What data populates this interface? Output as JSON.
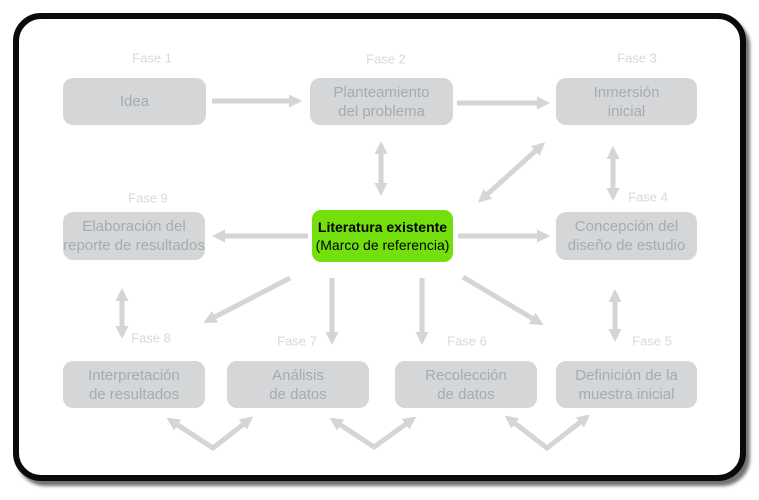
{
  "diagram": {
    "type": "process-flow",
    "language": "es",
    "phases": [
      {
        "fase": "Fase 1",
        "label": "Idea"
      },
      {
        "fase": "Fase 2",
        "label": "Planteamiento\ndel problema"
      },
      {
        "fase": "Fase 3",
        "label": "Inmersión\ninicial"
      },
      {
        "fase": "Fase 4",
        "label": "Concepción del\ndiseño de estudio"
      },
      {
        "fase": "Fase 5",
        "label": "Definición de la\nmuestra inicial"
      },
      {
        "fase": "Fase 6",
        "label": "Recolección\nde datos"
      },
      {
        "fase": "Fase 7",
        "label": "Análisis\nde datos"
      },
      {
        "fase": "Fase 8",
        "label": "Interpretación\nde resultados"
      },
      {
        "fase": "Fase 9",
        "label": "Elaboración del\nreporte de resultados"
      }
    ],
    "center": {
      "title": "Literatura existente",
      "subtitle": "(Marco de referencia)"
    },
    "connections": [
      {
        "from": "Fase 1",
        "to": "Fase 2",
        "type": "one-way"
      },
      {
        "from": "Fase 2",
        "to": "Fase 3",
        "type": "one-way"
      },
      {
        "from": "Fase 2",
        "to": "Literatura existente",
        "type": "two-way"
      },
      {
        "from": "Fase 3",
        "to": "Literatura existente",
        "type": "two-way"
      },
      {
        "from": "Fase 3",
        "to": "Fase 4",
        "type": "two-way"
      },
      {
        "from": "Fase 4",
        "to": "Fase 5",
        "type": "two-way"
      },
      {
        "from": "Literatura existente",
        "to": "Fase 4",
        "type": "one-way"
      },
      {
        "from": "Literatura existente",
        "to": "Fase 9",
        "type": "one-way"
      },
      {
        "from": "Literatura existente",
        "to": "Fase 8",
        "type": "one-way"
      },
      {
        "from": "Literatura existente",
        "to": "Fase 7",
        "type": "one-way"
      },
      {
        "from": "Literatura existente",
        "to": "Fase 6",
        "type": "one-way"
      },
      {
        "from": "Literatura existente",
        "to": "Fase 5",
        "type": "one-way"
      },
      {
        "from": "Fase 9",
        "to": "Fase 8",
        "type": "two-way"
      },
      {
        "from": "Fase 8",
        "to": "Fase 7",
        "type": "two-way"
      },
      {
        "from": "Fase 7",
        "to": "Fase 6",
        "type": "two-way"
      },
      {
        "from": "Fase 6",
        "to": "Fase 5",
        "type": "two-way"
      }
    ],
    "colors": {
      "frame_border": "#0a0a0a",
      "box_fill": "#d4d6d8",
      "box_text": "#a7abae",
      "fase_text": "#d8d9da",
      "arrow": "#d3d5d7",
      "highlight_bg": "#73df0c",
      "highlight_text": "#000000",
      "background": "#ffffff"
    }
  }
}
